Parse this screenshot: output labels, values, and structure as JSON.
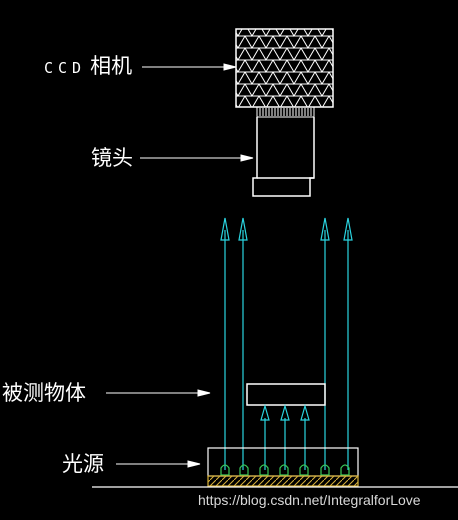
{
  "labels": {
    "camera_latin": "CCD",
    "camera_cjk": "相机",
    "lens": "镜头",
    "object": "被测物体",
    "light_source": "光源"
  },
  "watermark": "https://blog.csdn.net/IntegralforLove",
  "colors": {
    "background": "#000000",
    "line": "#ffffff",
    "ray": "#2ad4e0",
    "source_leds": "#38c85a",
    "source_base": "#d9b23a"
  }
}
